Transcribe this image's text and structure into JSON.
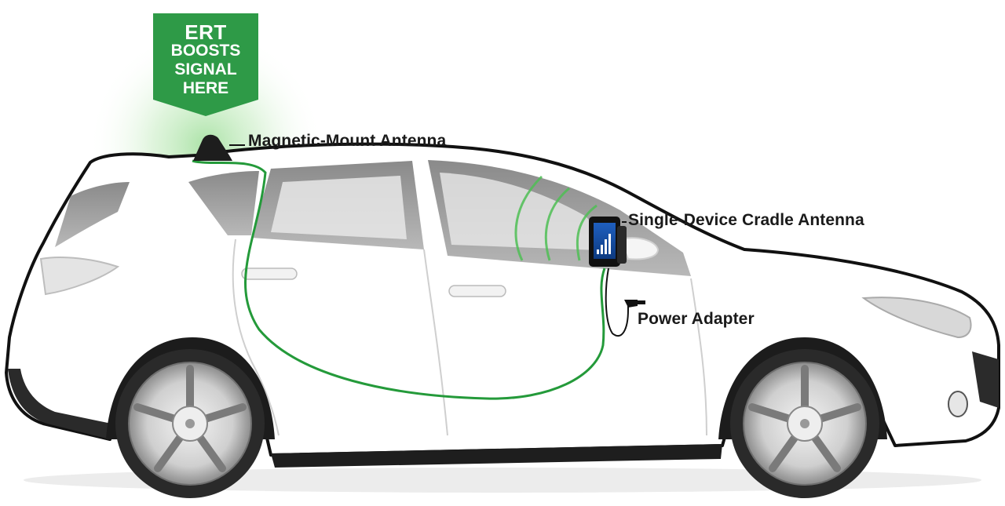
{
  "labels": {
    "antenna": "Magnetic-Mount Antenna",
    "cradle": "Single-Device Cradle Antenna",
    "power": "Power Adapter"
  },
  "badge": {
    "line1": "ERT",
    "line2": "BOOSTS",
    "line3": "SIGNAL",
    "line4": "HERE"
  },
  "colors": {
    "badge_green": "#2e9a47",
    "cable_green": "#249a3a",
    "signal_glow": "#7fd07a",
    "outline": "#111111",
    "glass": "#9a9a9a"
  }
}
